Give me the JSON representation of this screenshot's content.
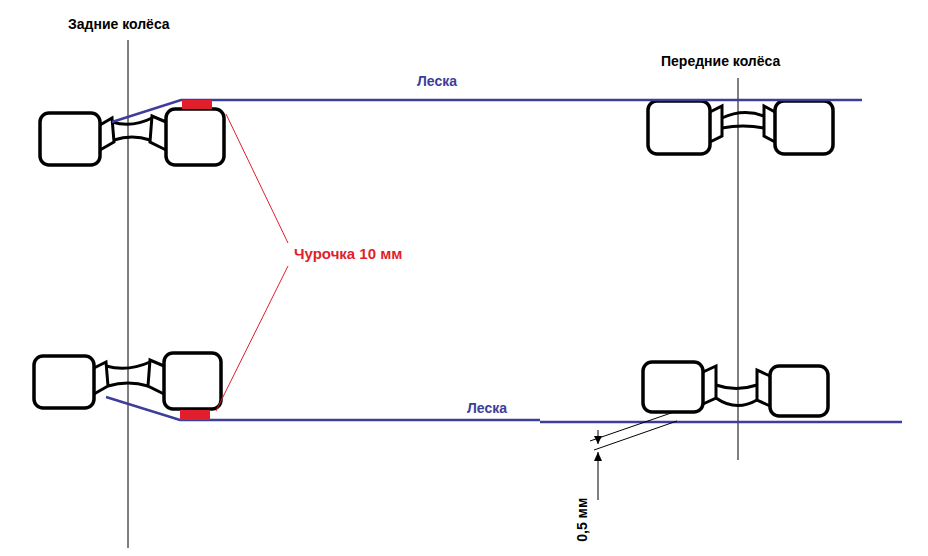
{
  "diagram": {
    "labels": [
      "Задние колёса",
      "Передние колёса",
      "Леска",
      "Чурочка 10 мм",
      "Леска",
      "0,5 мм"
    ]
  }
}
